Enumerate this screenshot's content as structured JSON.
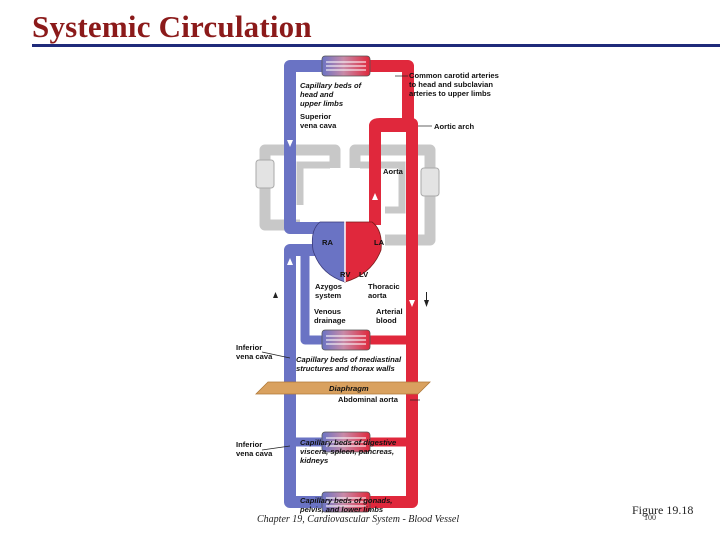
{
  "slide": {
    "title": "Systemic Circulation",
    "footer": "Chapter 19, Cardiovascular System - Blood Vessel",
    "figure_label": "Figure 19.18",
    "page_number": "100"
  },
  "diagram": {
    "colors": {
      "venous": "#6a73c4",
      "arterial": "#e0283c",
      "pulmonary": "#c8c8c8",
      "diaphragm": "#d9a15f",
      "title": "#8b1a1a",
      "title_rule": "#1f2a7a"
    },
    "labels": {
      "capillary_head_1": "Capillary beds of",
      "capillary_head_2": "head and",
      "capillary_head_3": "upper limbs",
      "carotid_1": "Common carotid arteries",
      "carotid_2": "to head and subclavian",
      "carotid_3": "arteries to upper limbs",
      "svc_1": "Superior",
      "svc_2": "vena cava",
      "aortic_arch": "Aortic arch",
      "aorta": "Aorta",
      "ra": "RA",
      "la": "LA",
      "rv": "RV",
      "lv": "LV",
      "azygos_1": "Azygos",
      "azygos_2": "system",
      "thoracic_1": "Thoracic",
      "thoracic_2": "aorta",
      "venous_1": "Venous",
      "venous_2": "drainage",
      "arterial_1": "Arterial",
      "arterial_2": "blood",
      "ivc_upper_1": "Inferior",
      "ivc_upper_2": "vena cava",
      "mediastinal_1": "Capillary beds of mediastinal",
      "mediastinal_2": "structures and thorax walls",
      "diaphragm": "Diaphragm",
      "abdominal_aorta": "Abdominal aorta",
      "ivc_lower_1": "Inferior",
      "ivc_lower_2": "vena cava",
      "digestive_1": "Capillary beds of digestive",
      "digestive_2": "viscera, spleen, pancreas,",
      "digestive_3": "kidneys",
      "gonads_1": "Capillary beds of gonads,",
      "gonads_2": "pelvis, and lower limbs"
    }
  }
}
